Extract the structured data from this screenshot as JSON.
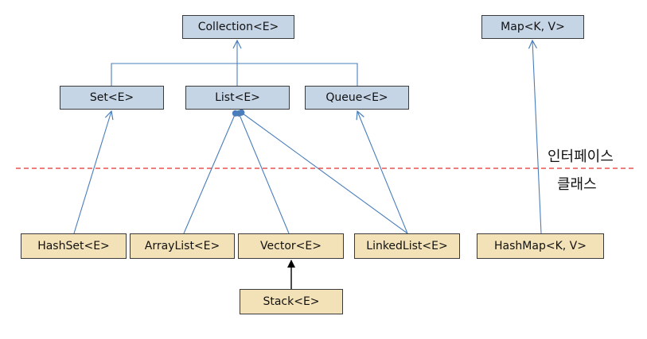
{
  "diagram": {
    "interfaces": {
      "collection": "Collection<E>",
      "map": "Map<K, V>",
      "set": "Set<E>",
      "list": "List<E>",
      "queue": "Queue<E>"
    },
    "classes": {
      "hashset": "HashSet<E>",
      "arraylist": "ArrayList<E>",
      "vector": "Vector<E>",
      "linkedlist": "LinkedList<E>",
      "hashmap": "HashMap<K, V>",
      "stack": "Stack<E>"
    },
    "divider": {
      "upper_label": "인터페이스",
      "lower_label": "클래스"
    },
    "colors": {
      "interface_fill": "#c5d5e6",
      "class_fill": "#f3e2b8",
      "connector": "#4a7ebb",
      "divider": "#e03030"
    }
  }
}
